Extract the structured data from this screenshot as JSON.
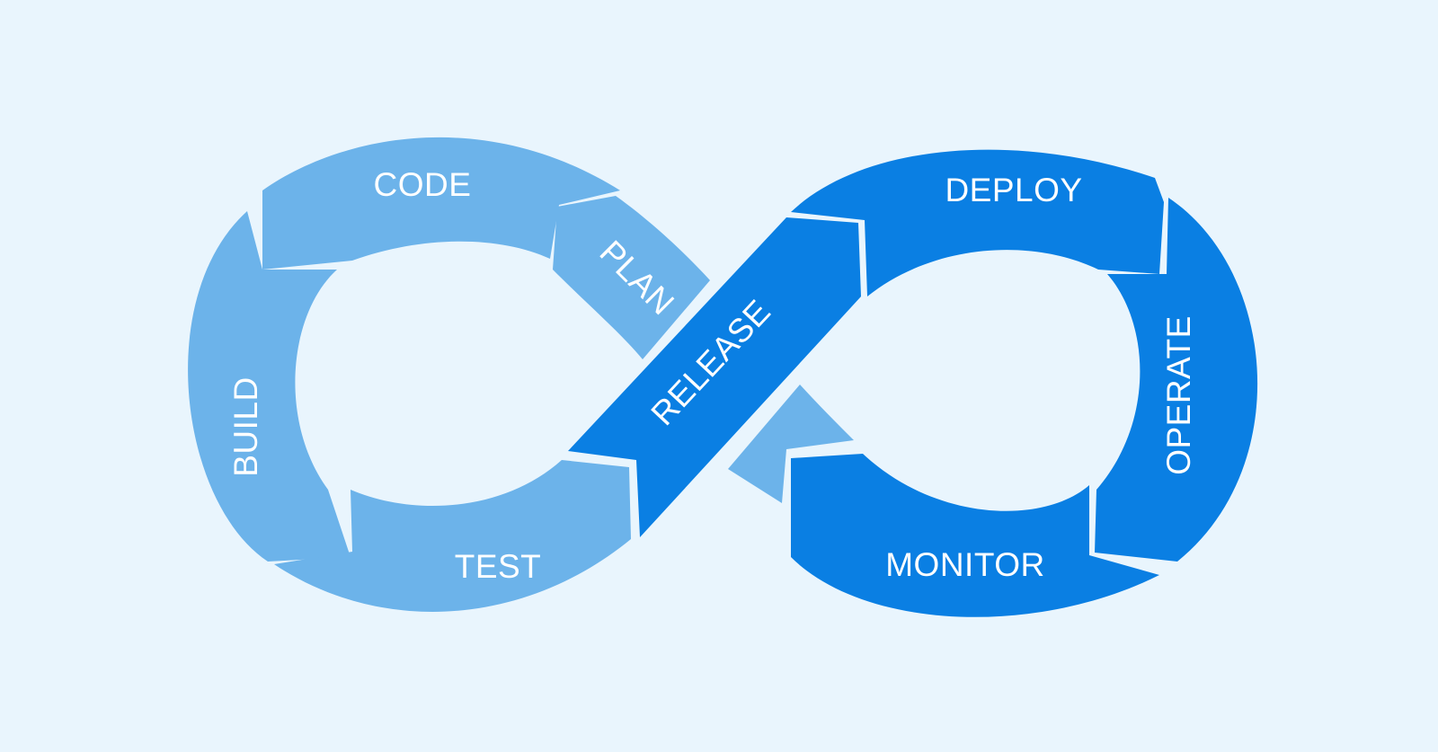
{
  "colors": {
    "background": "#e9f5fd",
    "light_loop": "#6cb3ea",
    "dark_loop": "#0a7fe3",
    "label": "#ffffff",
    "separator": "#e9f5fd"
  },
  "stages": {
    "plan": "PLAN",
    "code": "CODE",
    "build": "BUILD",
    "test": "TEST",
    "release": "RELEASE",
    "deploy": "DEPLOY",
    "operate": "OPERATE",
    "monitor": "MONITOR"
  }
}
